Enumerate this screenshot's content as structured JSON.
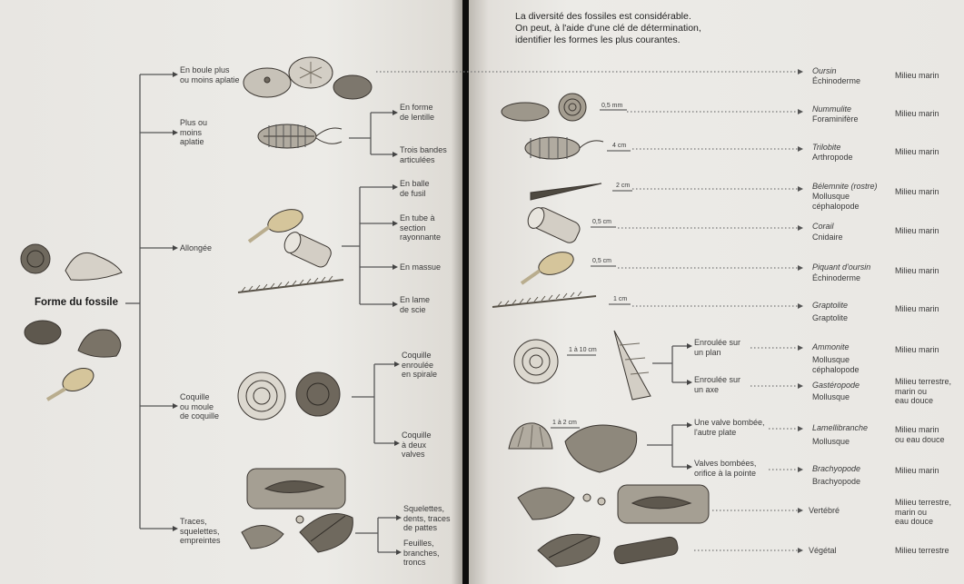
{
  "intro": "La diversité des fossiles est considérable.\nOn peut, à l'aide d'une clé de détermination,\nidentifier les formes les plus courantes.",
  "root": "Forme du fossile",
  "forms": {
    "boule": "En boule plus\nou moins aplatie",
    "plus_aplatie": "Plus ou\nmoins\naplatie",
    "allongee": "Allongée",
    "coquille": "Coquille\nou moule\nde coquille",
    "traces": "Traces,\nsquelettes,\nempreintes"
  },
  "sub": {
    "lentille": "En forme\nde lentille",
    "trois_bandes": "Trois bandes\narticulées",
    "balle": "En balle\nde fusil",
    "tube": "En tube à\nsection\nrayonnante",
    "massue": "En massue",
    "lame": "En lame\nde scie",
    "enroulee_spirale": "Coquille\nenroulée\nen spirale",
    "deux_valves": "Coquille\nà deux\nvalves",
    "squelettes": "Squelettes,\ndents, traces\nde pattes",
    "feuilles": "Feuilles,\nbranches,\ntroncs"
  },
  "sub2": {
    "plan": "Enroulée sur\nun plan",
    "axe": "Enroulée sur\nun axe",
    "valve_bombee": "Une valve bombée,\nl'autre plate",
    "valves_bombees": "Valves bombées,\norifice à la pointe"
  },
  "scales": {
    "nummulite": "0,5 mm",
    "trilobite": "4 cm",
    "belemnite": "2 cm",
    "corail": "0,5 cm",
    "piquant": "0,5 cm",
    "graptolite": "1 cm",
    "ammonite": "1 à 10 cm",
    "lamellibranche": "1 à 2 cm"
  },
  "results": [
    {
      "name": "Oursin",
      "group": "Échinoderme",
      "env": "Milieu marin"
    },
    {
      "name": "Nummulite",
      "group": "Foraminifère",
      "env": "Milieu marin"
    },
    {
      "name": "Trilobite",
      "group": "Arthropode",
      "env": "Milieu marin"
    },
    {
      "name": "Bélemnite (rostre)",
      "group": "Mollusque\ncéphalopode",
      "env": "Milieu marin"
    },
    {
      "name": "Corail",
      "group": "Cnidaire",
      "env": "Milieu marin"
    },
    {
      "name": "Piquant d'oursin",
      "group": "Échinoderme",
      "env": "Milieu marin"
    },
    {
      "name": "Graptolite",
      "group": "Graptolite",
      "env": "Milieu marin"
    },
    {
      "name": "Ammonite",
      "group": "Mollusque\ncéphalopode",
      "env": "Milieu marin"
    },
    {
      "name": "Gastéropode",
      "group": "Mollusque",
      "env": "Milieu terrestre,\nmarin ou\neau douce"
    },
    {
      "name": "Lamellibranche",
      "group": "Mollusque",
      "env": "Milieu marin\nou eau douce"
    },
    {
      "name": "Brachyopode",
      "group": "Brachyopode",
      "env": "Milieu marin"
    },
    {
      "name": "Vertébré",
      "group": "",
      "env": "Milieu terrestre,\nmarin ou\neau douce"
    },
    {
      "name": "Végétal",
      "group": "",
      "env": "Milieu terrestre"
    }
  ]
}
